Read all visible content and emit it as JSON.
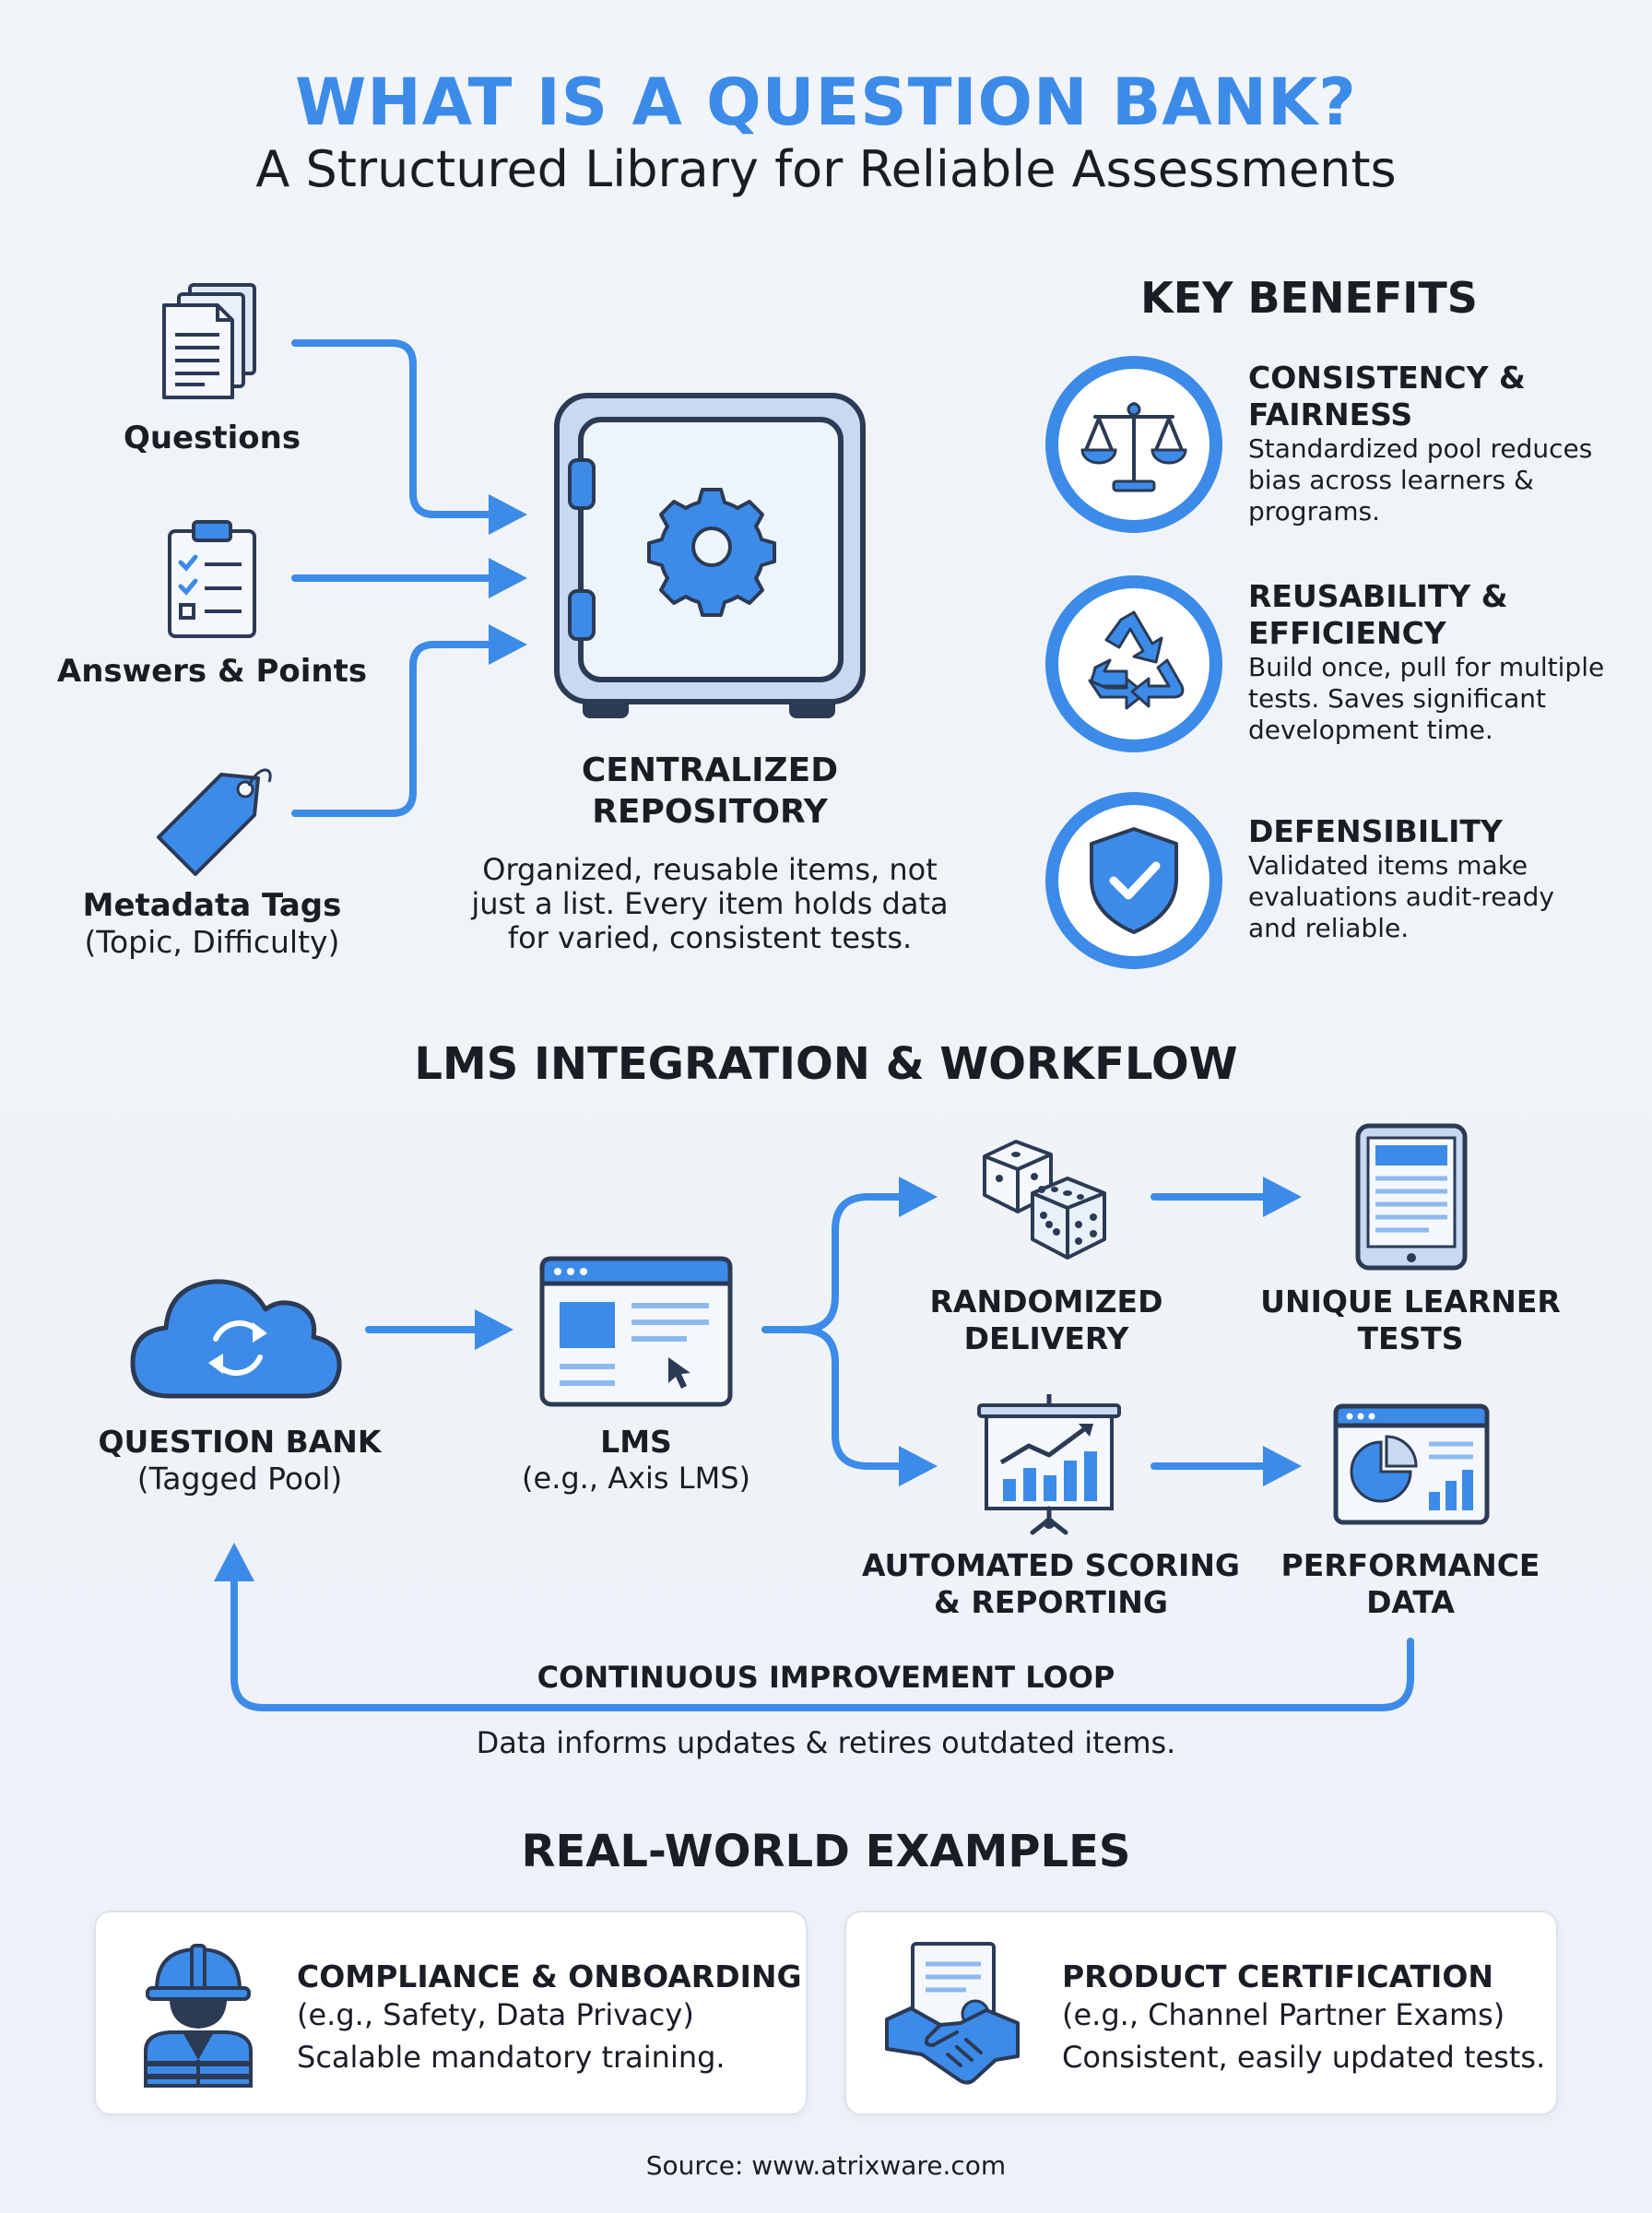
{
  "header": {
    "title": "WHAT IS A QUESTION BANK?",
    "subtitle": "A Structured Library for Reliable Assessments"
  },
  "inputs": [
    {
      "label": "Questions",
      "sub": "",
      "icon": "documents-icon"
    },
    {
      "label": "Answers & Points",
      "sub": "",
      "icon": "checklist-icon"
    },
    {
      "label": "Metadata Tags",
      "sub": "(Topic, Difficulty)",
      "icon": "tag-icon"
    }
  ],
  "repository": {
    "title_line1": "CENTRALIZED",
    "title_line2": "REPOSITORY",
    "desc_line1": "Organized, reusable items, not",
    "desc_line2": "just a list. Every item holds data",
    "desc_line3": "for varied, consistent tests."
  },
  "benefits": {
    "heading": "KEY BENEFITS",
    "items": [
      {
        "title_line1": "CONSISTENCY &",
        "title_line2": "FAIRNESS",
        "text_line1": "Standardized pool reduces",
        "text_line2": "bias across learners &",
        "text_line3": "programs.",
        "icon": "scales-icon"
      },
      {
        "title_line1": "REUSABILITY &",
        "title_line2": "EFFICIENCY",
        "text_line1": "Build once, pull for multiple",
        "text_line2": "tests. Saves significant",
        "text_line3": "development time.",
        "icon": "recycle-icon"
      },
      {
        "title_line1": "DEFENSIBILITY",
        "title_line2": "",
        "text_line1": "Validated items make",
        "text_line2": "evaluations audit-ready",
        "text_line3": "and reliable.",
        "icon": "shield-check-icon"
      }
    ]
  },
  "workflow": {
    "heading": "LMS INTEGRATION & WORKFLOW",
    "question_bank": {
      "title": "QUESTION BANK",
      "sub": "(Tagged Pool)"
    },
    "lms": {
      "title": "LMS",
      "sub": "(e.g., Axis LMS)"
    },
    "randomized": {
      "line1": "RANDOMIZED",
      "line2": "DELIVERY"
    },
    "unique": {
      "line1": "UNIQUE LEARNER",
      "line2": "TESTS"
    },
    "scoring": {
      "line1": "AUTOMATED SCORING",
      "line2": "& REPORTING"
    },
    "performance": {
      "line1": "PERFORMANCE",
      "line2": "DATA"
    },
    "loop_title": "CONTINUOUS IMPROVEMENT LOOP",
    "loop_text": "Data informs updates & retires outdated items."
  },
  "examples": {
    "heading": "REAL-WORLD EXAMPLES",
    "items": [
      {
        "title": "COMPLIANCE & ONBOARDING",
        "line1": "(e.g., Safety, Data Privacy)",
        "line2": "Scalable mandatory training.",
        "icon": "safety-worker-icon"
      },
      {
        "title": "PRODUCT CERTIFICATION",
        "line1": "(e.g., Channel Partner Exams)",
        "line2": "Consistent, easily updated tests.",
        "icon": "certificate-handshake-icon"
      }
    ]
  },
  "footer": {
    "source": "Source: www.atrixware.com"
  },
  "colors": {
    "accent": "#3d8be8",
    "dark": "#2b3a55",
    "light_fill": "#dce8f7",
    "text": "#1a1d24"
  }
}
